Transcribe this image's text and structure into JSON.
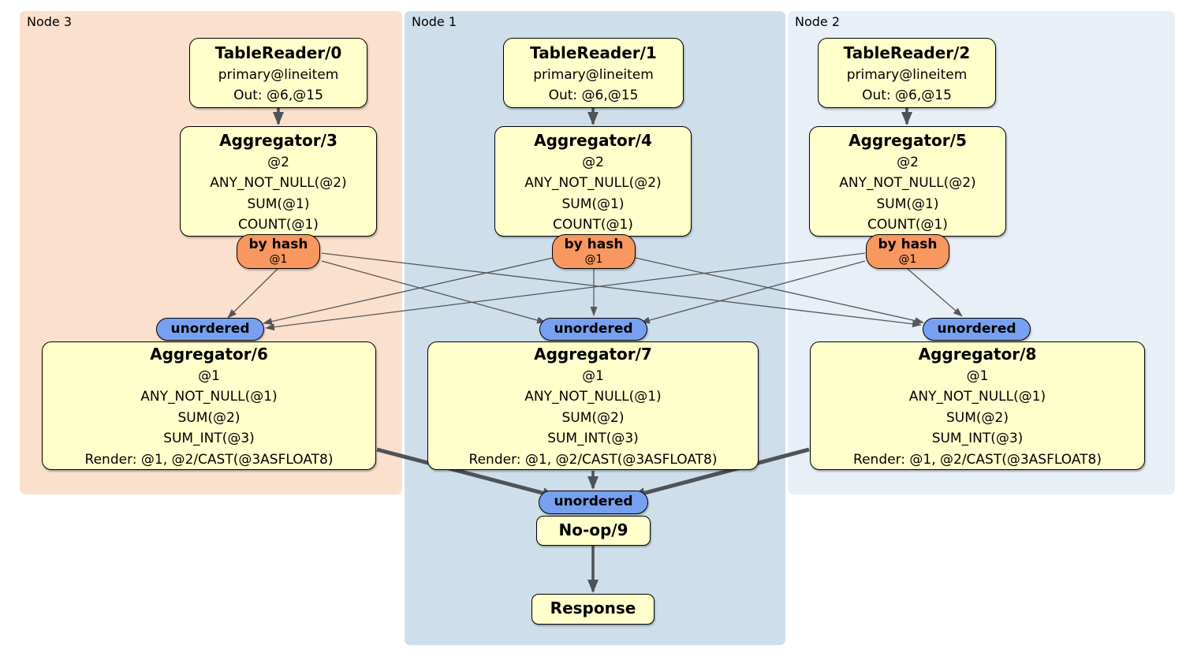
{
  "panels": [
    {
      "label": "Node 3"
    },
    {
      "label": "Node 1"
    },
    {
      "label": "Node 2"
    }
  ],
  "processors": {
    "table_readers": [
      {
        "title": "TableReader/0",
        "lines": [
          "primary@lineitem",
          "Out: @6,@15"
        ]
      },
      {
        "title": "TableReader/1",
        "lines": [
          "primary@lineitem",
          "Out: @6,@15"
        ]
      },
      {
        "title": "TableReader/2",
        "lines": [
          "primary@lineitem",
          "Out: @6,@15"
        ]
      }
    ],
    "upper_aggregators": [
      {
        "title": "Aggregator/3",
        "lines": [
          "@2",
          "ANY_NOT_NULL(@2)",
          "SUM(@1)",
          "COUNT(@1)"
        ]
      },
      {
        "title": "Aggregator/4",
        "lines": [
          "@2",
          "ANY_NOT_NULL(@2)",
          "SUM(@1)",
          "COUNT(@1)"
        ]
      },
      {
        "title": "Aggregator/5",
        "lines": [
          "@2",
          "ANY_NOT_NULL(@2)",
          "SUM(@1)",
          "COUNT(@1)"
        ]
      }
    ],
    "lower_aggregators": [
      {
        "title": "Aggregator/6",
        "lines": [
          "@1",
          "ANY_NOT_NULL(@1)",
          "SUM(@2)",
          "SUM_INT(@3)",
          "Render: @1, @2/CAST(@3ASFLOAT8)"
        ]
      },
      {
        "title": "Aggregator/7",
        "lines": [
          "@1",
          "ANY_NOT_NULL(@1)",
          "SUM(@2)",
          "SUM_INT(@3)",
          "Render: @1, @2/CAST(@3ASFLOAT8)"
        ]
      },
      {
        "title": "Aggregator/8",
        "lines": [
          "@1",
          "ANY_NOT_NULL(@1)",
          "SUM(@2)",
          "SUM_INT(@3)",
          "Render: @1, @2/CAST(@3ASFLOAT8)"
        ]
      }
    ],
    "noop": {
      "title": "No-op/9"
    },
    "response": {
      "title": "Response"
    }
  },
  "routers": [
    {
      "title": "by hash",
      "detail": "@1"
    },
    {
      "title": "by hash",
      "detail": "@1"
    },
    {
      "title": "by hash",
      "detail": "@1"
    }
  ],
  "syncs": [
    {
      "label": "unordered"
    },
    {
      "label": "unordered"
    },
    {
      "label": "unordered"
    }
  ],
  "final_sync": {
    "label": "unordered"
  },
  "colors": {
    "panel_node3": "#FBE0CD",
    "panel_node1": "#CEDFEB",
    "panel_node2": "#E9EFF7",
    "box_fill": "#FFFFCC",
    "box_border": "#000000",
    "hash_fill": "#F8975F",
    "sync_fill": "#77A1F0",
    "edge_thin": "#565656",
    "edge_thick": "#4F5358",
    "text": "#000000"
  }
}
